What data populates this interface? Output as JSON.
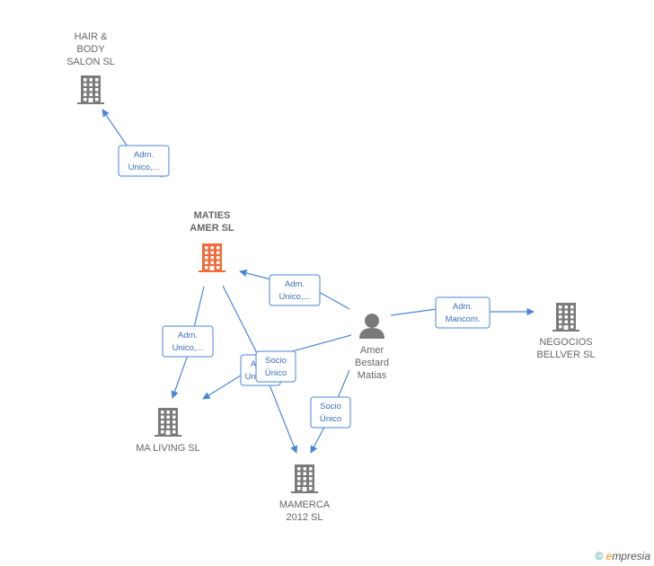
{
  "colors": {
    "edge": "#4a86d6",
    "company": "#7a7a7a",
    "company_main": "#f26a38",
    "person": "#7a7a7a",
    "label": "#666666"
  },
  "nodes": [
    {
      "id": "hair",
      "type": "company",
      "lines": [
        "HAIR &",
        "BODY",
        "SALON  SL"
      ],
      "icon": "building-icon"
    },
    {
      "id": "maties",
      "type": "company_main",
      "lines": [
        "MATIES",
        "AMER  SL"
      ],
      "icon": "building-icon"
    },
    {
      "id": "negocios",
      "type": "company",
      "lines": [
        "NEGOCIOS",
        "BELLVER SL"
      ],
      "icon": "building-icon"
    },
    {
      "id": "maliving",
      "type": "company",
      "lines": [
        "MA LIVING  SL"
      ],
      "icon": "building-icon"
    },
    {
      "id": "mamerca",
      "type": "company",
      "lines": [
        "MAMERCA",
        "2012 SL"
      ],
      "icon": "building-icon"
    },
    {
      "id": "amer",
      "type": "person",
      "lines": [
        "Amer",
        "Bestard",
        "Matias"
      ],
      "icon": "person-icon"
    }
  ],
  "edges": [
    {
      "id": "e1",
      "lines": [
        "Adm.",
        "Unico,..."
      ]
    },
    {
      "id": "e2",
      "lines": [
        "Adm.",
        "Unico,..."
      ]
    },
    {
      "id": "e3",
      "lines": [
        "Adm.",
        "Mancom."
      ]
    },
    {
      "id": "e4",
      "lines": [
        "Adm.",
        "Unico,..."
      ]
    },
    {
      "id": "e5",
      "lines": [
        "Adm.",
        "Unico,..."
      ]
    },
    {
      "id": "e6",
      "lines": [
        "Socio",
        "Único"
      ]
    },
    {
      "id": "e7",
      "lines": [
        "Socio",
        "Único"
      ]
    }
  ],
  "footer": {
    "copyright": "©",
    "brand_e": "e",
    "brand_rest": "mpresia"
  }
}
